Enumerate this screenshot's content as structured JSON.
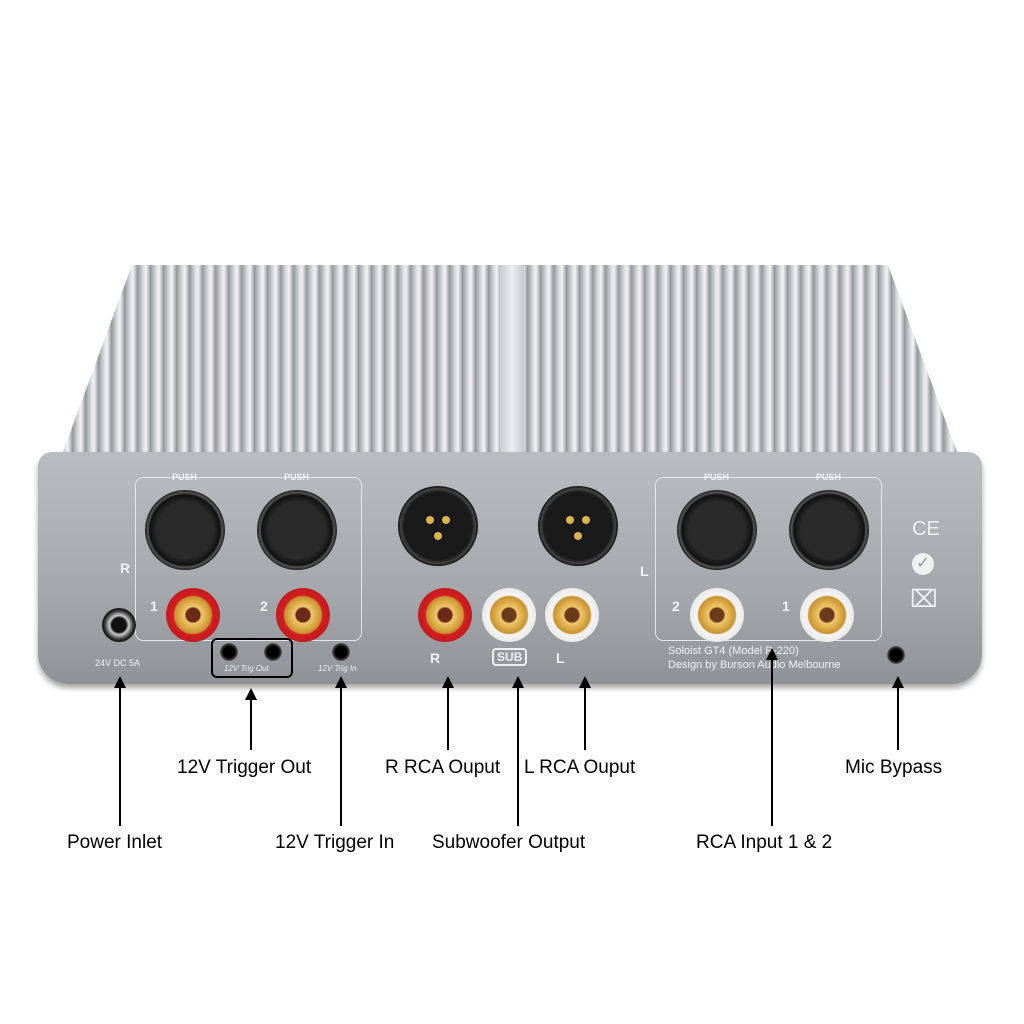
{
  "panel": {
    "power_marking": "24V DC 5A",
    "trig_out": "12V Trig Out",
    "trig_in": "12V Trig In",
    "input_r": "R",
    "input_l": "L",
    "num1": "1",
    "num2": "2",
    "out_r": "R",
    "out_l": "L",
    "sub": "SUB",
    "model": "Soloist GT4 (Model R-220)",
    "designer": "Design by Burson Audio Melbourne",
    "ce": "CE",
    "push": "PUSH"
  },
  "callouts": {
    "power_inlet": "Power Inlet",
    "trigger_out": "12V Trigger Out",
    "trigger_in": "12V Trigger In",
    "r_rca": "R RCA Ouput",
    "l_rca": "L RCA Ouput",
    "subwoofer": "Subwoofer Output",
    "rca_input": "RCA Input 1 & 2",
    "mic": "Mic Bypass"
  }
}
